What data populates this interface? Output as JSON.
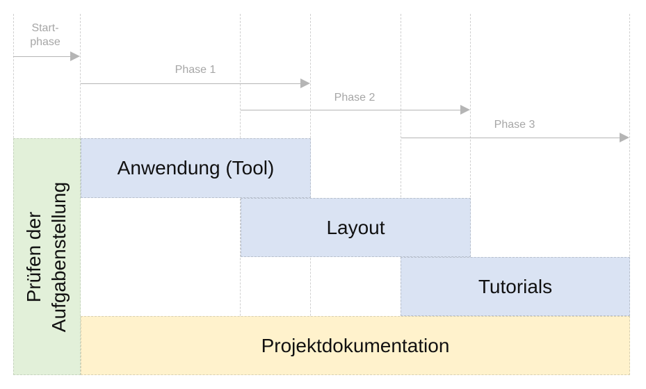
{
  "phases": {
    "start": "Start-\nphase",
    "phase1": "Phase 1",
    "phase2": "Phase 2",
    "phase3": "Phase 3"
  },
  "blocks": {
    "check": "Prüfen der\nAufgabenstellung",
    "tool": "Anwendung (Tool)",
    "layout": "Layout",
    "tutorials": "Tutorials",
    "documentation": "Projektdokumentation"
  },
  "colors": {
    "blue_block": "#dae3f3",
    "yellow_block": "#fff2cc",
    "green_block": "#e2f0d9",
    "phase_gray": "#a6a6a6"
  }
}
